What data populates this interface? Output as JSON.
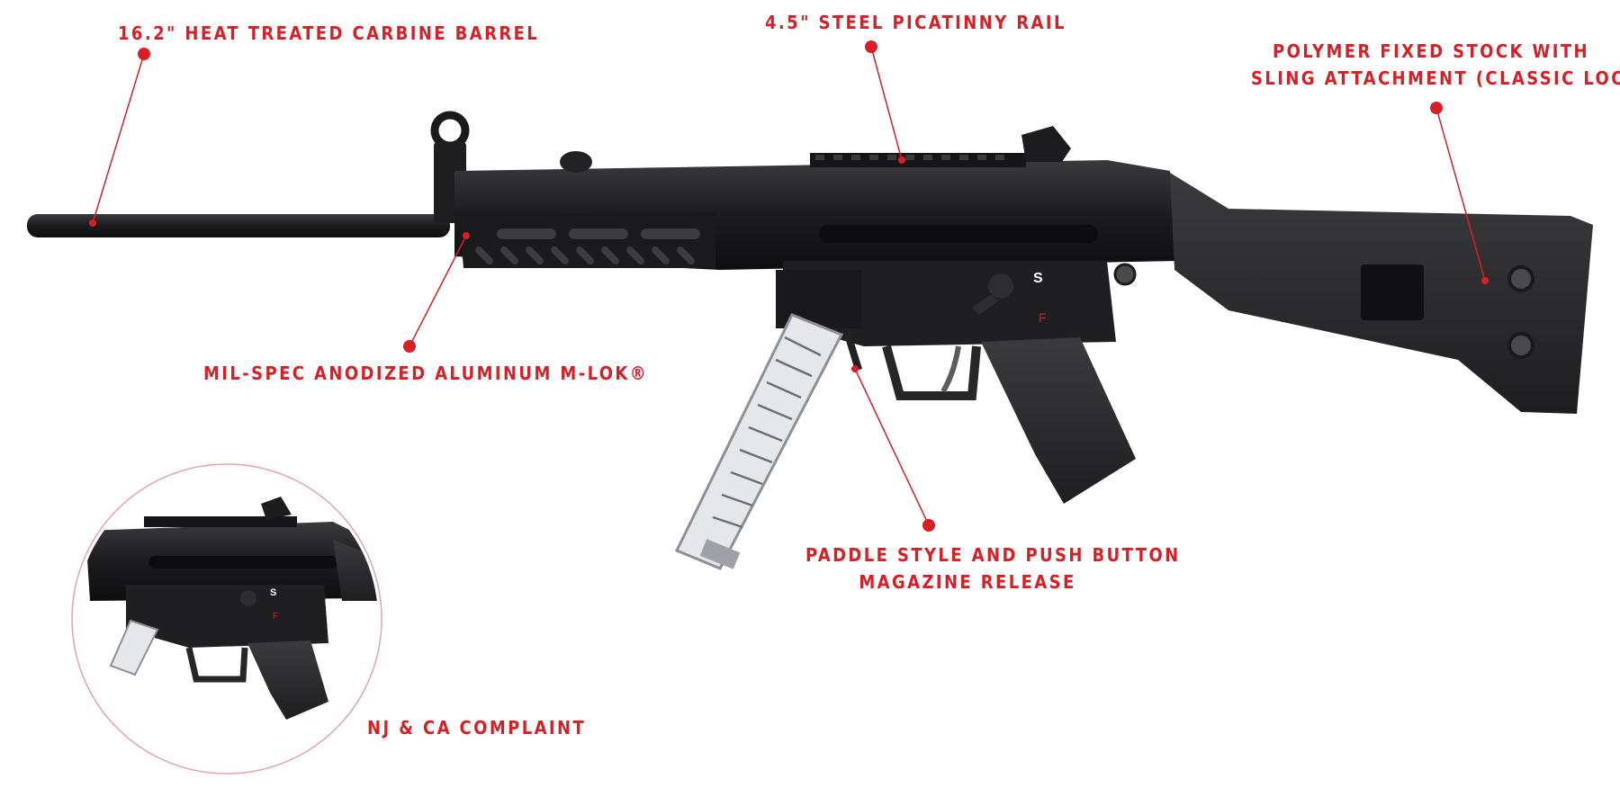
{
  "colors": {
    "accent": "#d71f26",
    "metal": "#1d1d1f",
    "polymer": "#2b2b2d"
  },
  "callouts": {
    "barrel": "16.2\" HEAT TREATED CARBINE BARREL",
    "rail": "4.5\" STEEL PICATINNY RAIL",
    "stock_line1": "POLYMER FIXED STOCK WITH",
    "stock_line2": "SLING ATTACHMENT (CLASSIC LOOK)",
    "handguard": "MIL-SPEC ANODIZED ALUMINUM M-LOK®",
    "mag_release_line1": "PADDLE STYLE AND PUSH BUTTON",
    "mag_release_line2": "MAGAZINE RELEASE",
    "compliance": "NJ & CA COMPLAINT"
  },
  "selector_marks": {
    "safe": "S",
    "fire": "F"
  }
}
